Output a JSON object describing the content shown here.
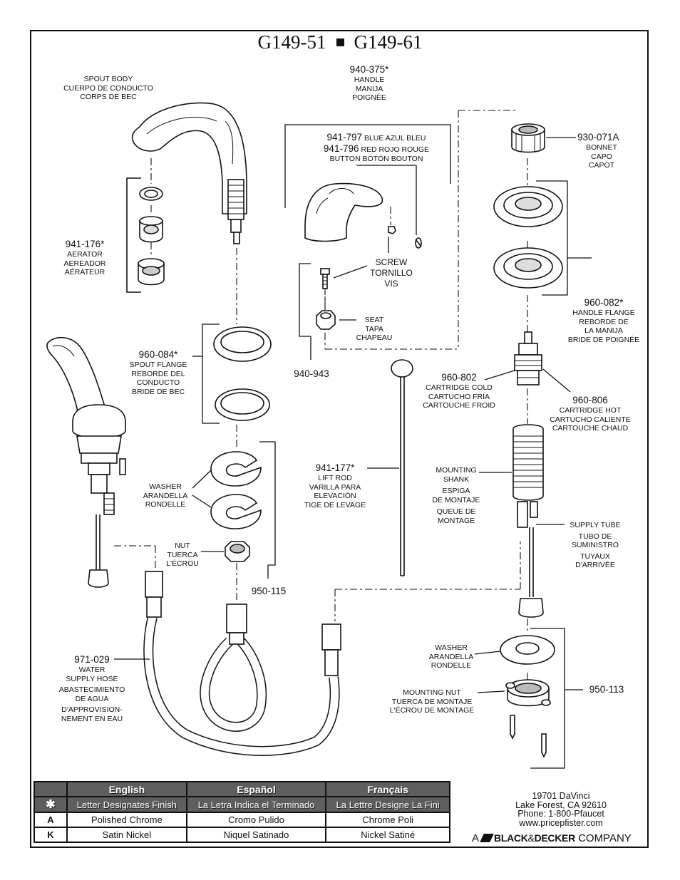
{
  "title": {
    "left": "G149-51",
    "right": "G149-61"
  },
  "parts": {
    "spout_body": {
      "en": "SPOUT BODY",
      "es": "CUERPO DE CONDUCTO",
      "fr": "CORPS DE BEC"
    },
    "handle": {
      "num": "940-375*",
      "en": "HANDLE",
      "es": "MANIJA",
      "fr": "POIGNÉE"
    },
    "button_blue": {
      "num": "941-797",
      "text": "BLUE AZUL BLEU"
    },
    "button_red": {
      "num": "941-796",
      "text": "RED ROJO ROUGE"
    },
    "button_label": "BUTTON BOTÓN BOUTON",
    "bonnet": {
      "num": "930-071A",
      "en": "BONNET",
      "es": "CAPO",
      "fr": "CAPOT"
    },
    "aerator": {
      "num": "941-176*",
      "en": "AERATOR",
      "es": "AEREADOR",
      "fr": "AÉRATEUR"
    },
    "screw": {
      "en": "SCREW",
      "es": "TORNILLO",
      "fr": "VIS"
    },
    "seat": {
      "en": "SEAT",
      "es": "TAPA",
      "fr": "CHAPEAU"
    },
    "kit_943": "940-943",
    "handle_flange": {
      "num": "960-082*",
      "en": "HANDLE FLANGE",
      "es1": "REBORDE DE",
      "es2": "LA MANIJA",
      "fr": "BRIDE DE POIGNÉE"
    },
    "spout_flange": {
      "num": "960-084*",
      "en": "SPOUT FLANGE",
      "es1": "REBORDE DEL",
      "es2": "CONDUCTO",
      "fr": "BRIDE DE BEC"
    },
    "cartridge_cold": {
      "num": "960-802",
      "en": "CARTRIDGE COLD",
      "es": "CARTUCHO FRÍA",
      "fr": "CARTOUCHE FROID"
    },
    "cartridge_hot": {
      "num": "960-806",
      "en": "CARTRIDGE HOT",
      "es": "CARTUCHO CALIENTE",
      "fr": "CARTOUCHE CHAUD"
    },
    "lift_rod": {
      "num": "941-177*",
      "en": "LIFT ROD",
      "es1": "VARILLA PARA",
      "es2": "ELEVACIÓN",
      "fr": "TIGE DE LEVAGE"
    },
    "mounting_shank": {
      "en1": "MOUNTING",
      "en2": "SHANK",
      "es1": "ESPIGA",
      "es2": "DE MONTAJE",
      "fr1": "QUEUE DE",
      "fr2": "MONTAGE"
    },
    "washer_top": {
      "en": "WASHER",
      "es": "ARANDELLA",
      "fr": "RONDELLE"
    },
    "nut": {
      "en": "NUT",
      "es": "TUERCA",
      "fr": "L'ÉCROU"
    },
    "kit_115": "950-115",
    "supply_tube": {
      "en": "SUPPLY TUBE",
      "es1": "TUBO DE",
      "es2": "SUMINISTRO",
      "fr1": "TUYAUX",
      "fr2": "D'ARRIVÉE"
    },
    "water_hose": {
      "num": "971-029",
      "en1": "WATER",
      "en2": "SUPPLY HOSE",
      "es1": "ABASTECIMIENTO",
      "es2": "DE AGUA",
      "fr1": "D'APPROVISION-",
      "fr2": "NEMENT EN EAU"
    },
    "washer_bottom": {
      "en": "WASHER",
      "es": "ARANDELLA",
      "fr": "RONDELLE"
    },
    "mounting_nut": {
      "en": "MOUNTING NUT",
      "es": "TUERCA DE MONTAJE",
      "fr": "L'ÉCROU DE MONTAGE"
    },
    "kit_113": "950-113"
  },
  "finish_table": {
    "headers": [
      "English",
      "Español",
      "Français"
    ],
    "rows": [
      {
        "code": "✱",
        "en": "Letter Designates Finish",
        "es": "La Letra Indica el Terminado",
        "fr": "La Lettre Designe La Fini"
      },
      {
        "code": "A",
        "en": "Polished Chrome",
        "es": "Cromo Pulido",
        "fr": "Chrome Poli"
      },
      {
        "code": "K",
        "en": "Satin Nickel",
        "es": "Niquel Satinado",
        "fr": "Nickel Satiné"
      }
    ]
  },
  "address": {
    "street": "19701 DaVinci",
    "city": "Lake Forest, CA 92610",
    "phone": "Phone: 1-800-Pfaucet",
    "web": "www.pricepfister.com"
  },
  "company": {
    "prefix": "A",
    "brand1": "BLACK",
    "amp": "&",
    "brand2": "DECKER",
    "suffix": "COMPANY"
  }
}
